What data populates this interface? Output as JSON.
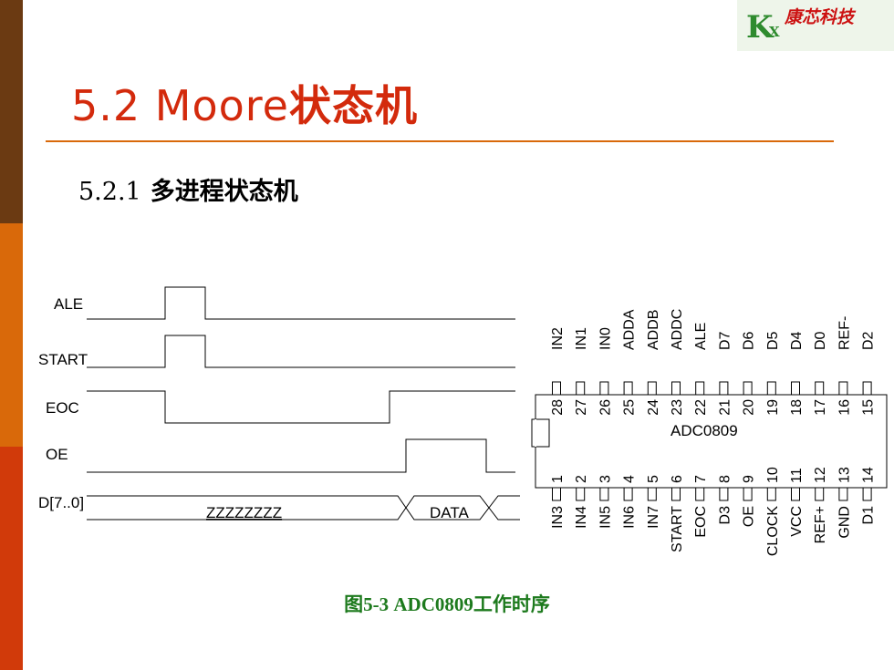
{
  "logo": {
    "mark": "K",
    "sub": "X",
    "company": "康芯科技"
  },
  "title": {
    "latin": "5.2 Moore",
    "cjk": "状态机"
  },
  "subtitle": {
    "number": "5.2.1",
    "text": "多进程状态机"
  },
  "timing": {
    "signals": [
      "ALE",
      "START",
      "EOC",
      "OE",
      "D[7..0]"
    ],
    "bus_high_z": "ZZZZZZZZ",
    "bus_data": "DATA"
  },
  "chip": {
    "name": "ADC0809",
    "top_pins": [
      {
        "num": "28",
        "name": "IN2"
      },
      {
        "num": "27",
        "name": "IN1"
      },
      {
        "num": "26",
        "name": "IN0"
      },
      {
        "num": "25",
        "name": "ADDA"
      },
      {
        "num": "24",
        "name": "ADDB"
      },
      {
        "num": "23",
        "name": "ADDC"
      },
      {
        "num": "22",
        "name": "ALE"
      },
      {
        "num": "21",
        "name": "D7"
      },
      {
        "num": "20",
        "name": "D6"
      },
      {
        "num": "19",
        "name": "D5"
      },
      {
        "num": "18",
        "name": "D4"
      },
      {
        "num": "17",
        "name": "D0"
      },
      {
        "num": "16",
        "name": "REF-"
      },
      {
        "num": "15",
        "name": "D2"
      }
    ],
    "bottom_pins": [
      {
        "num": "1",
        "name": "IN3"
      },
      {
        "num": "2",
        "name": "IN4"
      },
      {
        "num": "3",
        "name": "IN5"
      },
      {
        "num": "4",
        "name": "IN6"
      },
      {
        "num": "5",
        "name": "IN7"
      },
      {
        "num": "6",
        "name": "START"
      },
      {
        "num": "7",
        "name": "EOC"
      },
      {
        "num": "8",
        "name": "D3"
      },
      {
        "num": "9",
        "name": "OE"
      },
      {
        "num": "10",
        "name": "CLOCK"
      },
      {
        "num": "11",
        "name": "VCC"
      },
      {
        "num": "12",
        "name": "REF+"
      },
      {
        "num": "13",
        "name": "GND"
      },
      {
        "num": "14",
        "name": "D1"
      }
    ]
  },
  "caption": "图5-3 ADC0809工作时序",
  "colors": {
    "title": "#d32a0c",
    "caption": "#1d7a1d",
    "rule": "#d9690a",
    "logo_green": "#2e8b2e",
    "logo_red": "#cc1111"
  }
}
